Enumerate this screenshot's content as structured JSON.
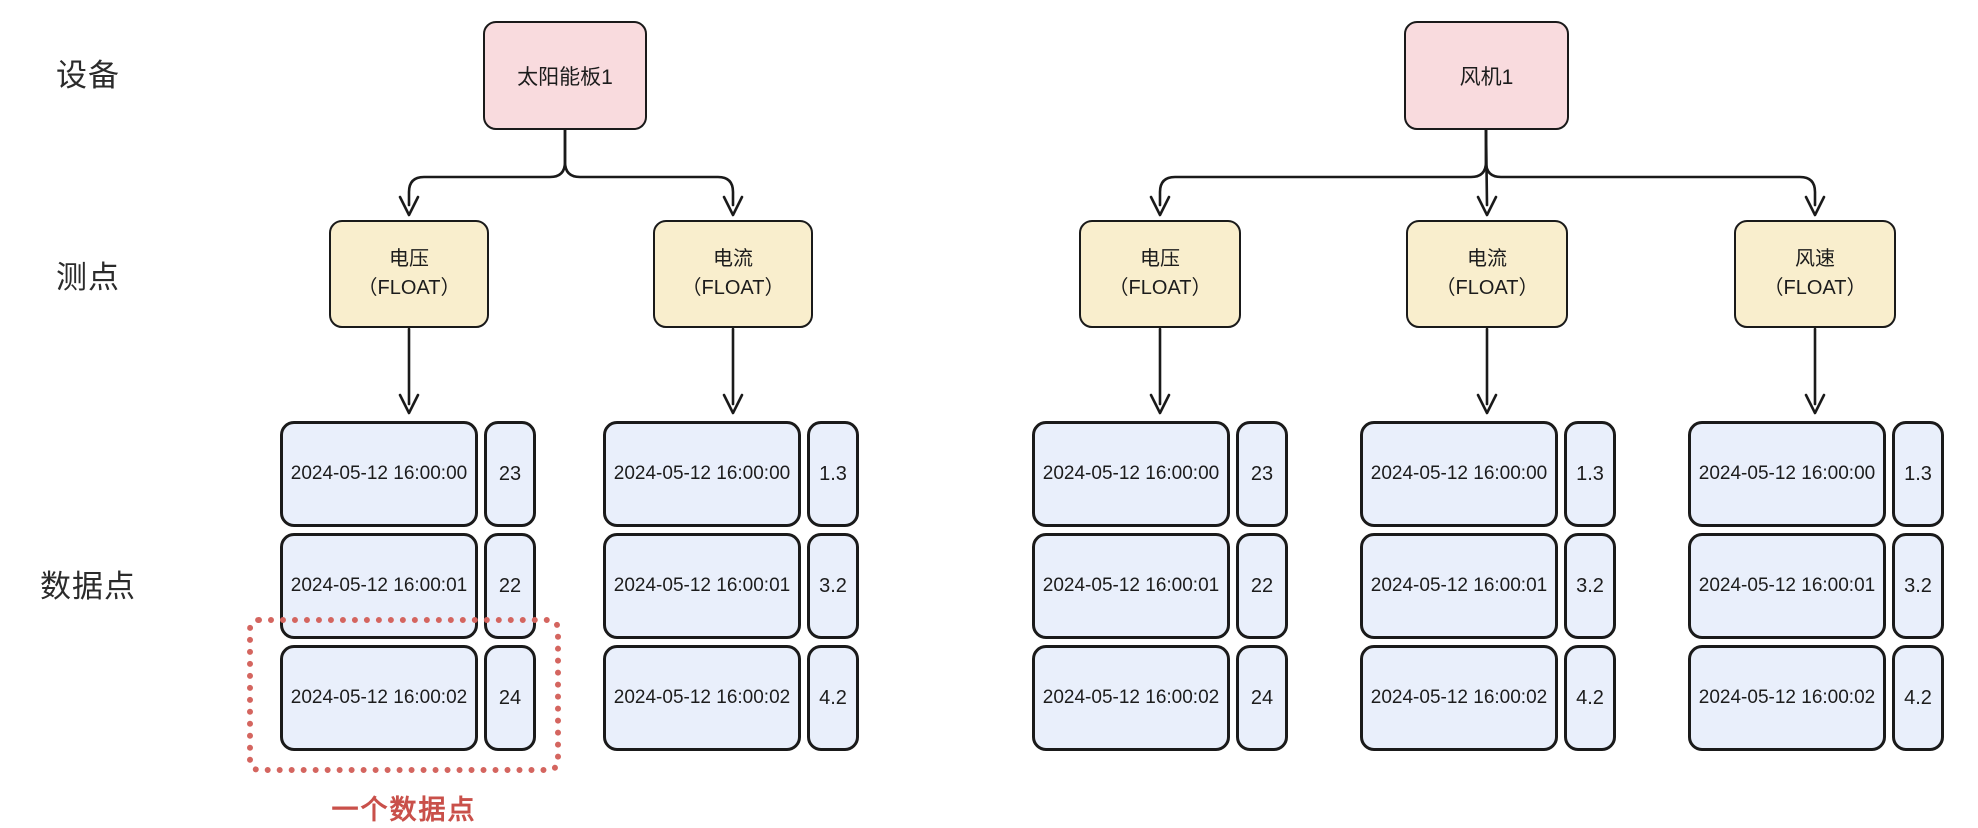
{
  "palette": {
    "device_fill": "#f9dbde",
    "measure_fill": "#f9eecd",
    "data_fill": "#e9effb",
    "line": "#1a1a1a",
    "annotation": "#c9504a",
    "annotation_dash": "#d4655f"
  },
  "row_labels": {
    "device": "设备",
    "measure": "测点",
    "datapoint": "数据点"
  },
  "devices": [
    {
      "name": "太阳能板1",
      "measures": [
        {
          "name": "电压",
          "type": "（FLOAT）",
          "rows": [
            {
              "time": "2024-05-12 16:00:00",
              "value": "23"
            },
            {
              "time": "2024-05-12 16:00:01",
              "value": "22"
            },
            {
              "time": "2024-05-12 16:00:02",
              "value": "24"
            }
          ]
        },
        {
          "name": "电流",
          "type": "（FLOAT）",
          "rows": [
            {
              "time": "2024-05-12 16:00:00",
              "value": "1.3"
            },
            {
              "time": "2024-05-12 16:00:01",
              "value": "3.2"
            },
            {
              "time": "2024-05-12 16:00:02",
              "value": "4.2"
            }
          ]
        }
      ]
    },
    {
      "name": "风机1",
      "measures": [
        {
          "name": "电压",
          "type": "（FLOAT）",
          "rows": [
            {
              "time": "2024-05-12 16:00:00",
              "value": "23"
            },
            {
              "time": "2024-05-12 16:00:01",
              "value": "22"
            },
            {
              "time": "2024-05-12 16:00:02",
              "value": "24"
            }
          ]
        },
        {
          "name": "电流",
          "type": "（FLOAT）",
          "rows": [
            {
              "time": "2024-05-12 16:00:00",
              "value": "1.3"
            },
            {
              "time": "2024-05-12 16:00:01",
              "value": "3.2"
            },
            {
              "time": "2024-05-12 16:00:02",
              "value": "4.2"
            }
          ]
        },
        {
          "name": "风速",
          "type": "（FLOAT）",
          "rows": [
            {
              "time": "2024-05-12 16:00:00",
              "value": "1.3"
            },
            {
              "time": "2024-05-12 16:00:01",
              "value": "3.2"
            },
            {
              "time": "2024-05-12 16:00:02",
              "value": "4.2"
            }
          ]
        }
      ]
    }
  ],
  "annotation": {
    "label": "一个数据点"
  }
}
